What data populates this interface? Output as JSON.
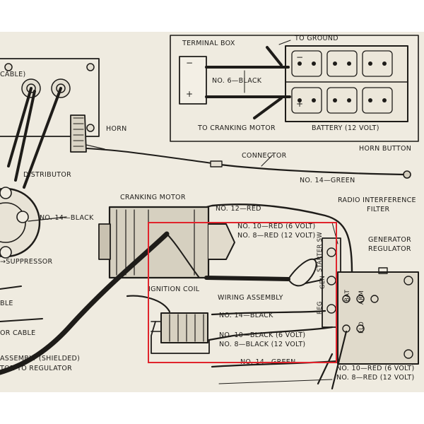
{
  "labels": {
    "terminal_box": "TERMINAL BOX",
    "to_ground": "TO GROUND",
    "no6_black": "NO. 6—BLACK",
    "to_cranking_motor": "TO CRANKING MOTOR",
    "battery": "BATTERY (12 VOLT)",
    "cable_partial": "CABLE)",
    "horn": "HORN",
    "distributor": "DISTRIBUTOR",
    "connector": "CONNECTOR",
    "horn_button": "HORN BUTTON",
    "no14_green_top": "NO. 14—GREEN",
    "cranking_motor": "CRANKING MOTOR",
    "no12_red": "NO. 12—RED",
    "radio_filter_line1": "RADIO INTERFERENCE",
    "radio_filter_line2": "FILTER",
    "no14_black_left": "NO. 14—BLACK",
    "no10_red_6v": "NO. 10—RED (6 VOLT)",
    "no8_red_12v": "NO. 8—RED (12 VOLT)",
    "generator_line1": "GENERATOR",
    "generator_line2": "REGULATOR",
    "suppressor": "SUPPRESSOR",
    "ignition_coil": "IGNITION COIL",
    "wiring_assembly": "WIRING ASSEMBLY",
    "no14_black_coil": "NO. 14—BLACK",
    "cable_left": "BLE",
    "or_cable": "OR CABLE",
    "no10_black_6v": "NO. 10—BLACK (6 VOLT)",
    "no8_black_12v": "NO. 8—BLACK (12 VOLT)",
    "assembly_shielded": "ASSEMBLY (SHIELDED)",
    "tor_to_regulator": "TOR TO REGULATOR",
    "no14_green_bottom": "NO. 14—GREEN",
    "no10_red_6v_bottom": "NO. 10—RED (6 VOLT)",
    "no8_red_12v_bottom": "NO. 8—RED (12 VOLT)",
    "bat": "BAT",
    "arm": "ARM",
    "fld": "FLD",
    "starter_sw": "STARTER SW",
    "gen": "GEN",
    "reg": "REG",
    "plus": "+",
    "minus": "−"
  },
  "colors": {
    "paper": "#efebe0",
    "ink": "#1e1c19",
    "highlight": "#e0242c"
  }
}
